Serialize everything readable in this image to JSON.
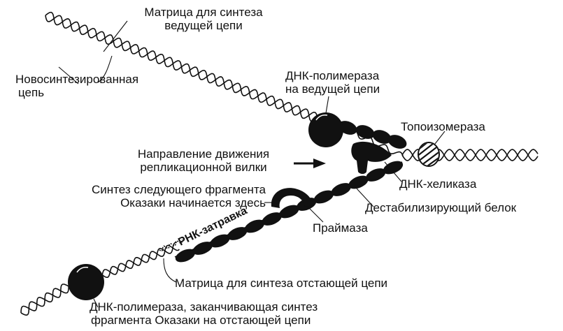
{
  "labels": {
    "template_leading_1": "Матрица для синтеза",
    "template_leading_2": "ведущей цепи",
    "new_strand_1": "Новосинтезированная",
    "new_strand_2": "цепь",
    "polymerase_leading_1": "ДНК-полимераза",
    "polymerase_leading_2": "на ведущей цепи",
    "topoisomerase": "Топоизомераза",
    "direction_1": "Направление движения",
    "direction_2": "репликационной вилки",
    "next_fragment_1": "Синтез следующего фрагмента",
    "next_fragment_2": "Оказаки начинается здесь",
    "helicase": "ДНК-хеликаза",
    "destabilizing_protein": "Дестабилизирующий белок",
    "rna_primer": "РНК-затравка",
    "primase": "Праймаза",
    "template_lagging": "Матрица для синтеза отстающей цепи",
    "polymerase_lagging_1": "ДНК-полимераза, заканчивающая синтез",
    "polymerase_lagging_2": "фрагмента Оказаки на отстающей цепи"
  }
}
